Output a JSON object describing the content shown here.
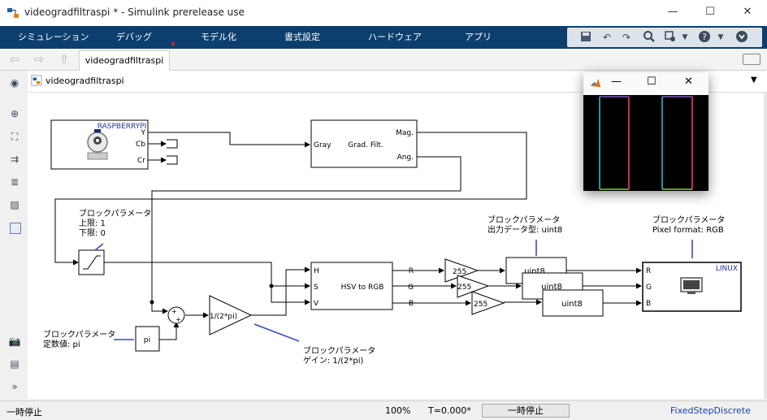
{
  "window": {
    "title": "videogradfiltraspi * - Simulink prerelease use",
    "controls": [
      "—",
      "☐",
      "✕"
    ]
  },
  "menu": [
    "シミュレーション",
    "デバッグ",
    "モデル化",
    "書式設定",
    "ハードウェア",
    "アプリ"
  ],
  "quick_icons": [
    "save-icon",
    "undo-icon",
    "redo-icon",
    "zoom-icon",
    "model-settings-icon",
    "help-icon",
    "collapse-icon"
  ],
  "tab": {
    "label": "videogradfiltraspi"
  },
  "breadcrumb": {
    "label": "videogradfiltraspi"
  },
  "blocks": {
    "camera": {
      "title": "RASPBERRYPI",
      "ports": [
        "Y",
        "Cb",
        "Cr"
      ]
    },
    "gradfilt": {
      "label": "Grad. Filt.",
      "in": "Gray",
      "out": [
        "Mag.",
        "Ang."
      ]
    },
    "hsv": {
      "label": "HSV to RGB",
      "in": [
        "H",
        "S",
        "V"
      ],
      "out": [
        "R",
        "G",
        "B"
      ]
    },
    "gain255": [
      "255",
      "255",
      "255"
    ],
    "uint8": [
      "uint8",
      "uint8",
      "uint8"
    ],
    "gain_pi": "1/(2*pi)",
    "const_pi": "pi",
    "sum_signs": [
      "+",
      "+"
    ],
    "sdl": {
      "title": "LINUX",
      "ports": [
        "R",
        "G",
        "B"
      ]
    }
  },
  "annotations": {
    "sat": [
      "ブロックパラメータ",
      "上限: 1",
      "下限: 0"
    ],
    "dtc": [
      "ブロックパラメータ",
      "出力データ型: uint8"
    ],
    "sdl": [
      "ブロックパラメータ",
      "Pixel format: RGB"
    ],
    "const": [
      "ブロックパラメータ",
      "定数値: pi"
    ],
    "gain": [
      "ブロックパラメータ",
      "ゲイン: 1/(2*pi)"
    ]
  },
  "status": {
    "left": "一時停止",
    "zoom": "100%",
    "time": "T=0.000*",
    "button": "一時停止",
    "solver": "FixedStepDiscrete"
  },
  "colors": {
    "menu_bg": "#0c3f6e",
    "line": "#000000",
    "annot_line": "#3b4cc0",
    "port_text": "#1a237e"
  }
}
